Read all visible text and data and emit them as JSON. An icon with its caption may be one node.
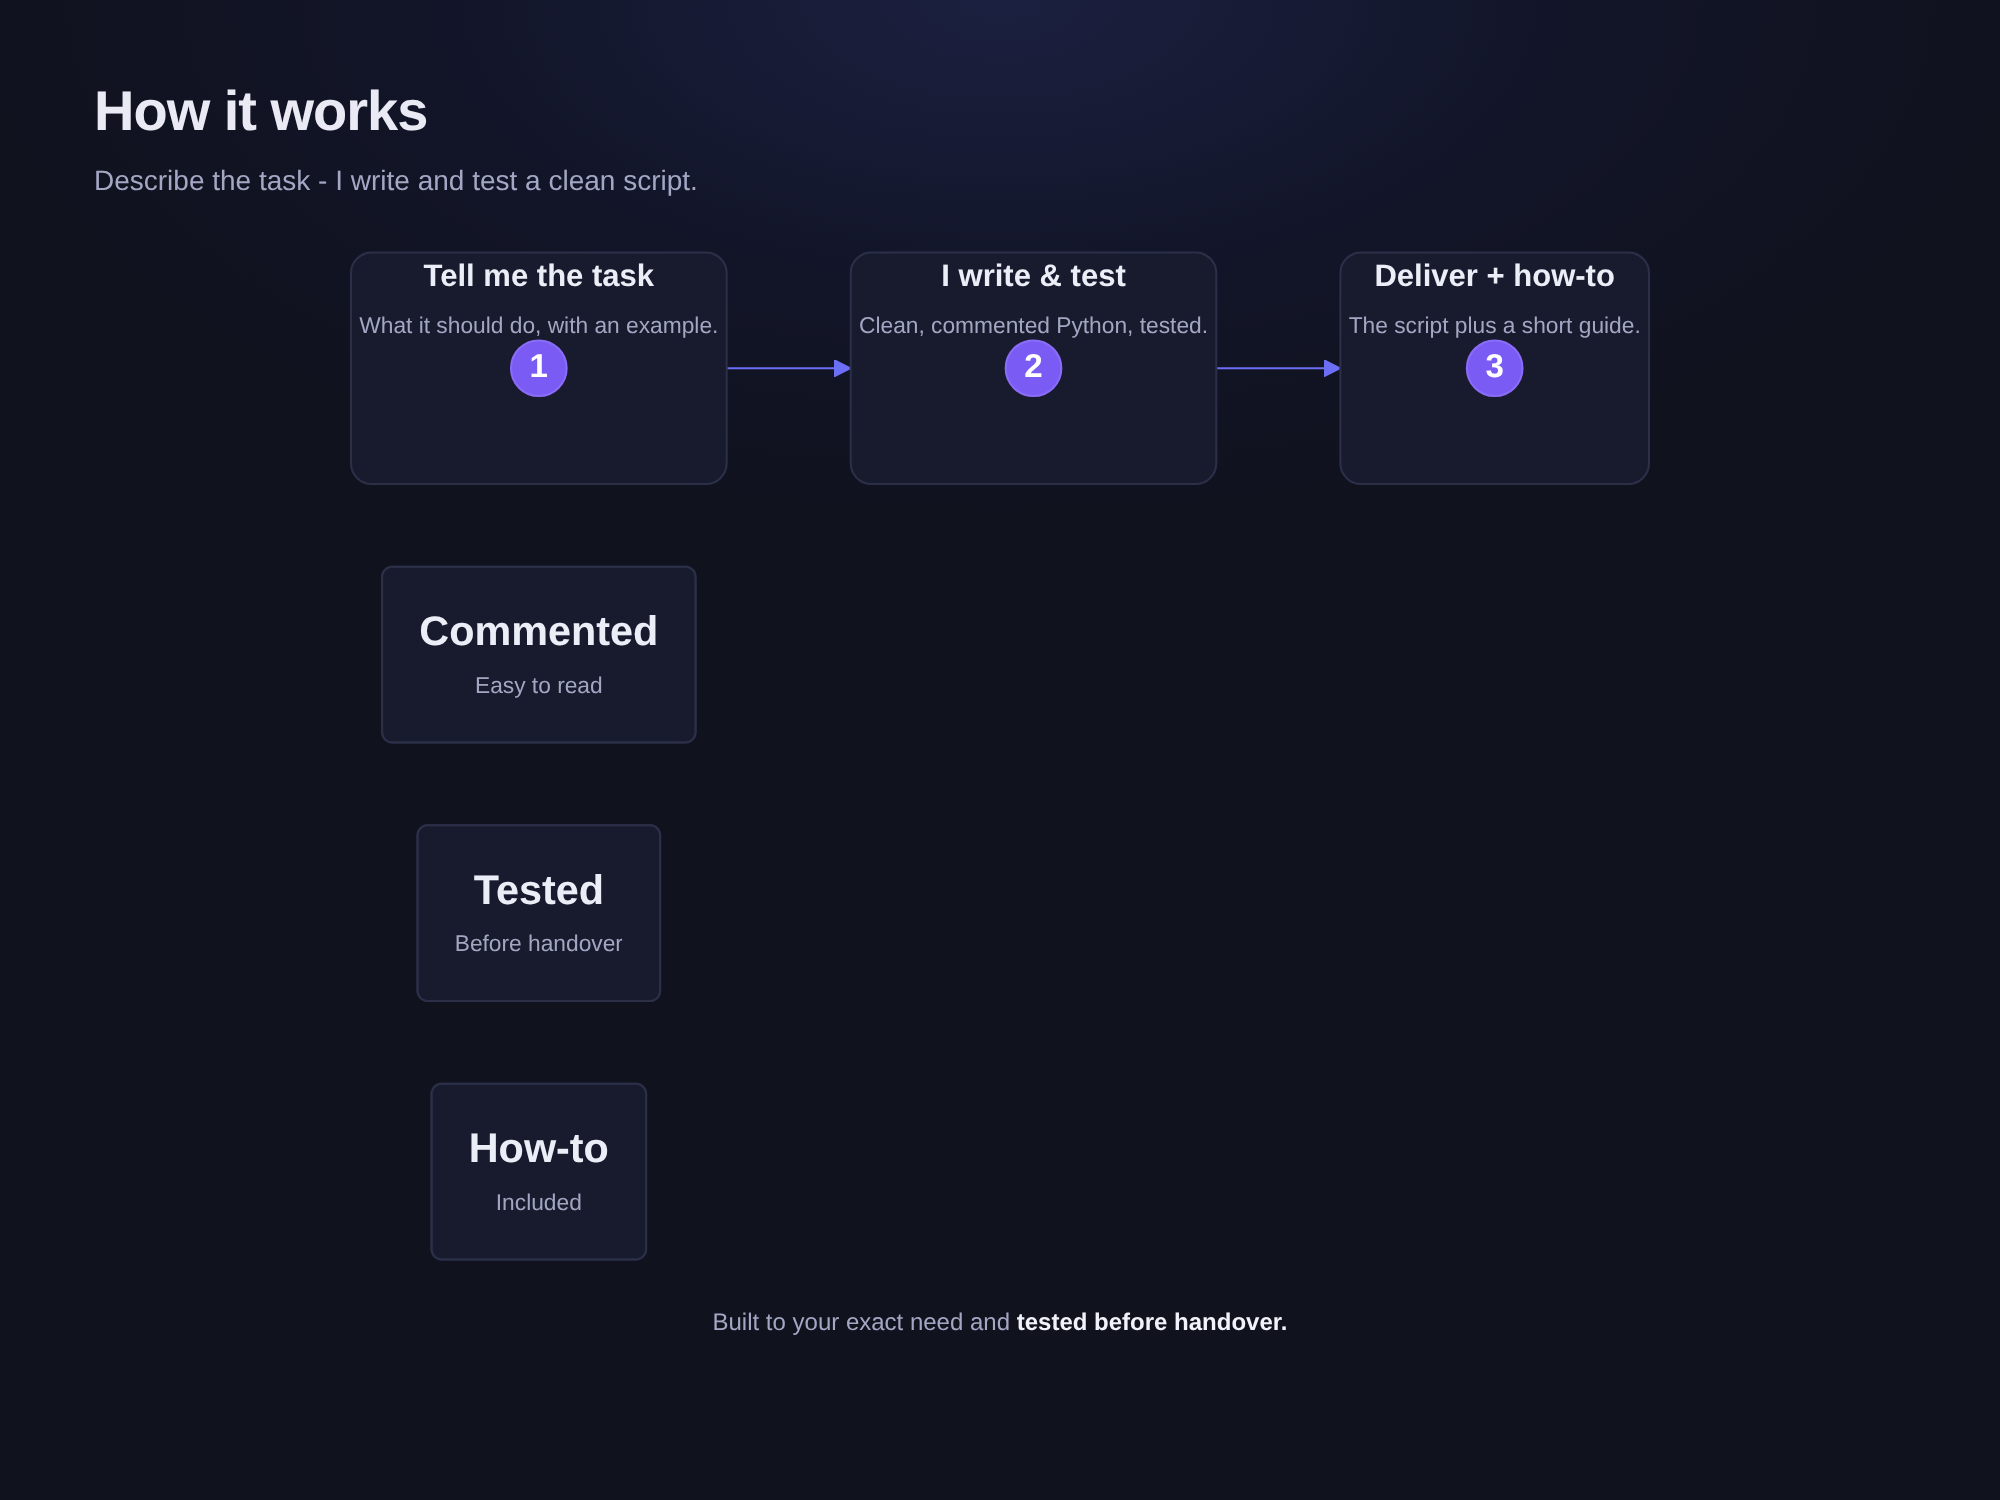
{
  "diagram": {
    "title": "How it works",
    "nodes": [
      {
        "text": [
          "Tell me the task",
          "What it should do, with an example."
        ]
      },
      {
        "text": [
          "1"
        ],
        "in": 0
      },
      {
        "text": [
          "I write & test",
          "Clean, commented Python, tested."
        ]
      },
      {
        "text": [
          "2"
        ],
        "in": 2
      },
      {
        "text": [
          "Deliver + how-to",
          "The script plus a short guide."
        ]
      },
      {
        "text": [
          "3"
        ],
        "in": 4
      },
      {
        "text": [
          "Commented",
          "Easy to read"
        ]
      },
      {
        "text": [
          "Tested",
          "Before handover"
        ]
      },
      {
        "text": [
          "How-to",
          "Included"
        ]
      }
    ],
    "edges": [
      {
        "from": 0,
        "to": 2,
        "arrow": "to"
      },
      {
        "from": 2,
        "to": 4,
        "arrow": "to"
      }
    ],
    "labels": [
      "Describe the task - I write and test a clean script."
    ],
    "caption": "Built to your exact need and **tested before handover.**"
  }
}
